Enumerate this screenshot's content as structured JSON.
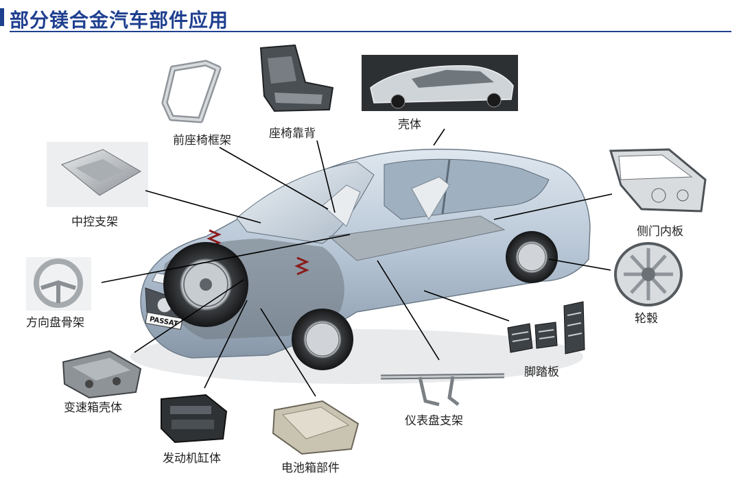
{
  "header": {
    "title": "部分镁合金汽车部件应用"
  },
  "parts": {
    "front_seat_frame": "前座椅框架",
    "seat_back": "座椅靠背",
    "body_shell": "壳体",
    "center_bracket": "中控支架",
    "side_door_inner": "侧门内板",
    "steering_wheel_frame": "方向盘骨架",
    "wheel_hub": "轮毂",
    "pedal": "脚踏板",
    "gearbox_housing": "变速箱壳体",
    "instrument_panel_bracket": "仪表盘支架",
    "engine_block": "发动机缸体",
    "battery_box_part": "电池箱部件"
  },
  "car": {
    "plate": "PASSAT"
  },
  "colors": {
    "title": "#1f3f8f",
    "car_body": "#b7c6d6",
    "leader": "#000000"
  }
}
